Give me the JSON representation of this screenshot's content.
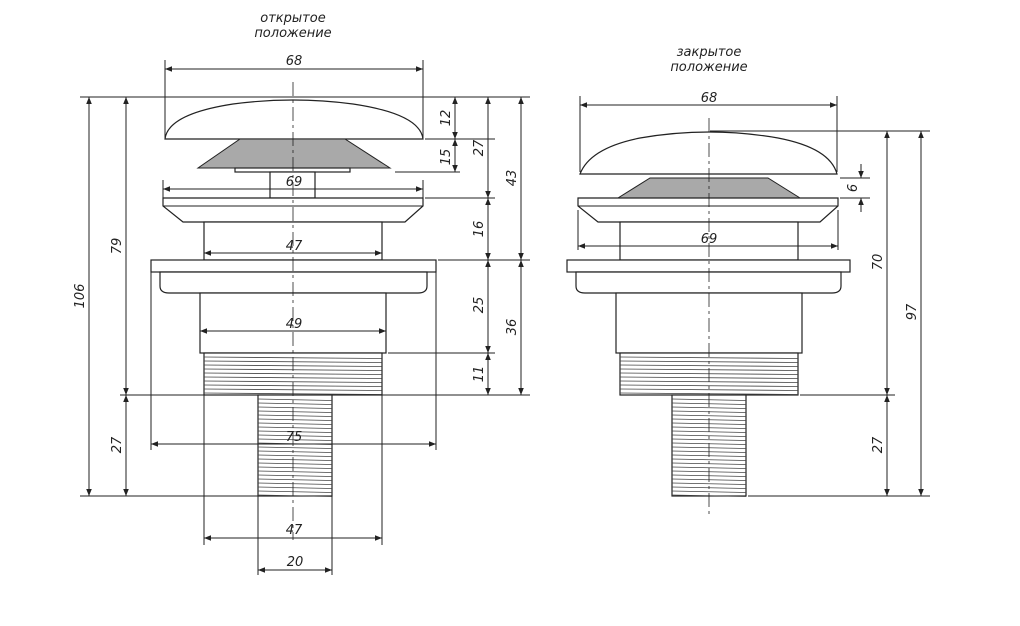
{
  "views": {
    "open": {
      "caption_line1": "открытое",
      "caption_line2": "положение"
    },
    "closed": {
      "caption_line1": "закрытое",
      "caption_line2": "положение"
    }
  },
  "dimensions": {
    "open": {
      "cap_width": "68",
      "cap_height": "12",
      "stem_height": "15",
      "upper_height": "27",
      "total_top": "43",
      "flange_width": "69",
      "ring_height": "16",
      "neck_width": "47",
      "flange_to_bottom": "79",
      "overall": "106",
      "sleeve_height": "25",
      "mid_height": "36",
      "sleeve_width": "49",
      "thread_height": "11",
      "tail_height": "27",
      "base_width": "75",
      "thread_width": "47",
      "tail_width": "20"
    },
    "closed": {
      "cap_width": "68",
      "gap": "6",
      "flange_width": "69",
      "body_height": "70",
      "overall": "97",
      "tail_height": "27"
    }
  }
}
